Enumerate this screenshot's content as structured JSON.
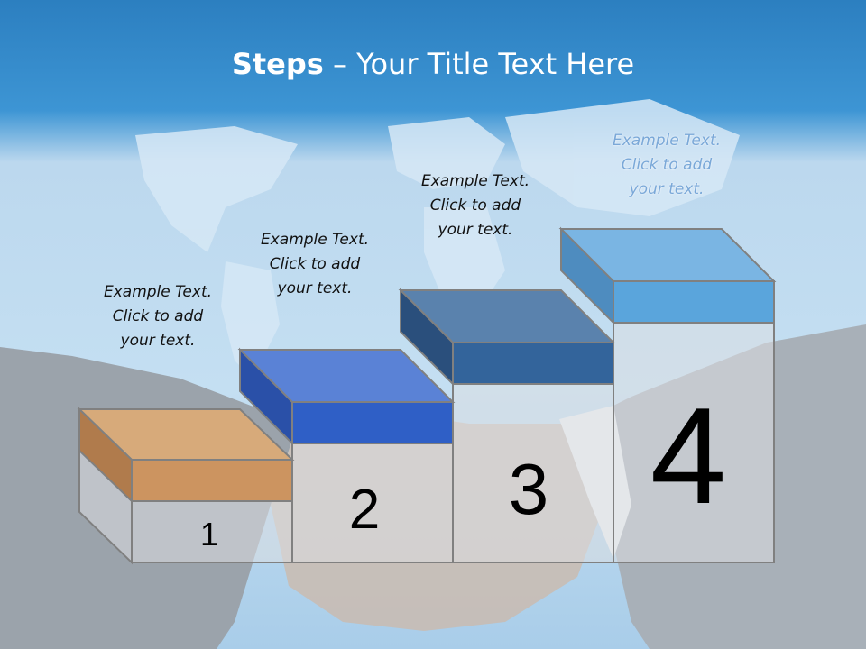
{
  "title": {
    "bold": "Steps",
    "rest": " – Your Title Text Here"
  },
  "steps": [
    {
      "number": "1",
      "line1": "Example Text.",
      "line2": "Click  to add",
      "line3": "your text.",
      "top_color": "#d7aa7a",
      "front_color": "#cc9460",
      "side_color": "#b07b4c"
    },
    {
      "number": "2",
      "line1": "Example Text.",
      "line2": "Click  to add",
      "line3": "your text.",
      "top_color": "#5a82d6",
      "front_color": "#2f5fc6",
      "side_color": "#2a50a8"
    },
    {
      "number": "3",
      "line1": "Example Text.",
      "line2": "Click  to add",
      "line3": "your text.",
      "top_color": "#5a82ad",
      "front_color": "#33649b",
      "side_color": "#2a4f7c"
    },
    {
      "number": "4",
      "line1": "Example Text.",
      "line2": "Click  to add",
      "line3": "your text.",
      "top_color": "#7ab5e3",
      "front_color": "#5aa5dc",
      "side_color": "#4e8cbf"
    }
  ]
}
